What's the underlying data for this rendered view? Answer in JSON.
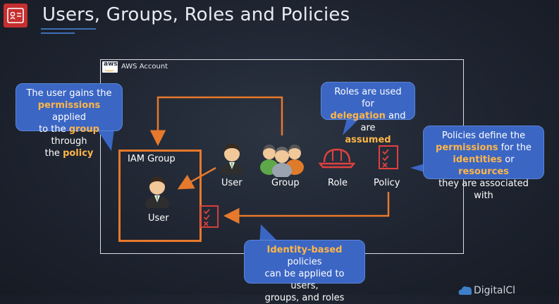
{
  "title": "Users, Groups, Roles and Policies",
  "account": {
    "label": "AWS Account",
    "logo_text": "aws"
  },
  "iam_group": {
    "label": "IAM Group",
    "user_label": "User"
  },
  "entities": {
    "user": "User",
    "group": "Group",
    "role": "Role",
    "policy": "Policy"
  },
  "callouts": {
    "user_gains": {
      "t1": "The user gains the",
      "t2": "permissions",
      "t3": " applied",
      "t4": "to the ",
      "t5": "group",
      "t6": " through",
      "t7": "the ",
      "t8": "policy"
    },
    "roles": {
      "t1": "Roles are used for",
      "t2": "delegation",
      "t3": " and are",
      "t4": "assumed"
    },
    "policies": {
      "t1": "Policies define the",
      "t2": "permissions",
      "t3": " for the",
      "t4": "identities",
      "t5": " or ",
      "t6": "resources",
      "t7": "they are associated with"
    },
    "identity": {
      "t1": "Identity-based",
      "t2": " policies",
      "t3": "can be applied to users,",
      "t4": "groups, and roles"
    }
  },
  "brand_text": "DigitalCl",
  "colors": {
    "accent_orange": "#e6792b",
    "callout_blue": "#3b66c4",
    "highlight": "#ffb648",
    "policy_red": "#e0413f"
  }
}
